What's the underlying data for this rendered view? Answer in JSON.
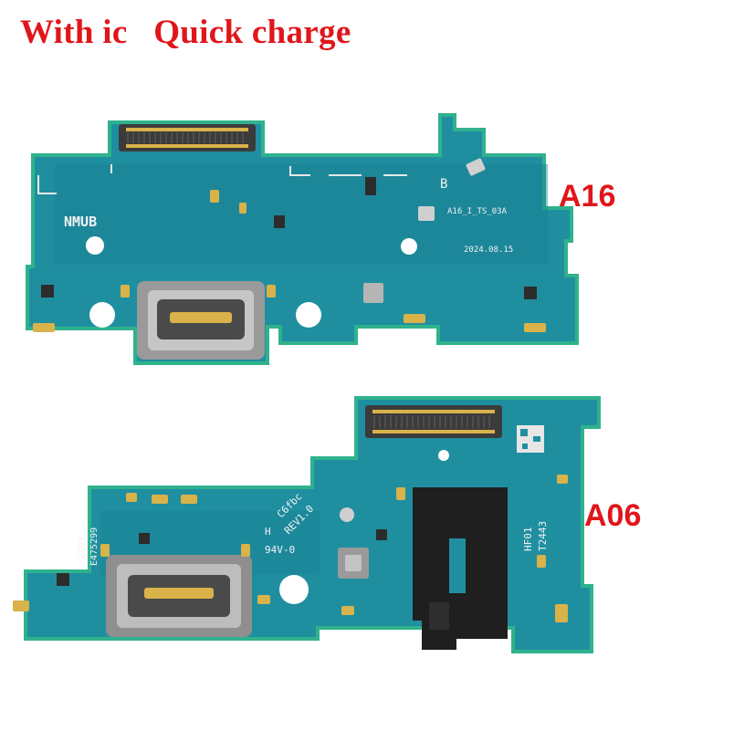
{
  "headline": {
    "with_ic": "With ic",
    "quick_charge": "Quick charge",
    "color": "#e0161b"
  },
  "boards": [
    {
      "model": "A16",
      "silkscreen": {
        "code": "NMUB",
        "part": "A16_I_TS_03A",
        "date": "2024.08.15",
        "mark": "B"
      }
    },
    {
      "model": "A06",
      "silkscreen": {
        "rev": "REV1.0",
        "code": "C6fbc",
        "rating": "94V-0",
        "h": "H",
        "side": "E475299",
        "lz": "LZBX",
        "hf": "HF01",
        "batch": "T2443"
      }
    }
  ],
  "colors": {
    "pcb": "#1f8fa0",
    "pcb_dark": "#1a6f7f",
    "edge": "#2fb28d",
    "connector": "#8a8a8a",
    "gold": "#d9b24a",
    "jack": "#1f1f1f"
  }
}
